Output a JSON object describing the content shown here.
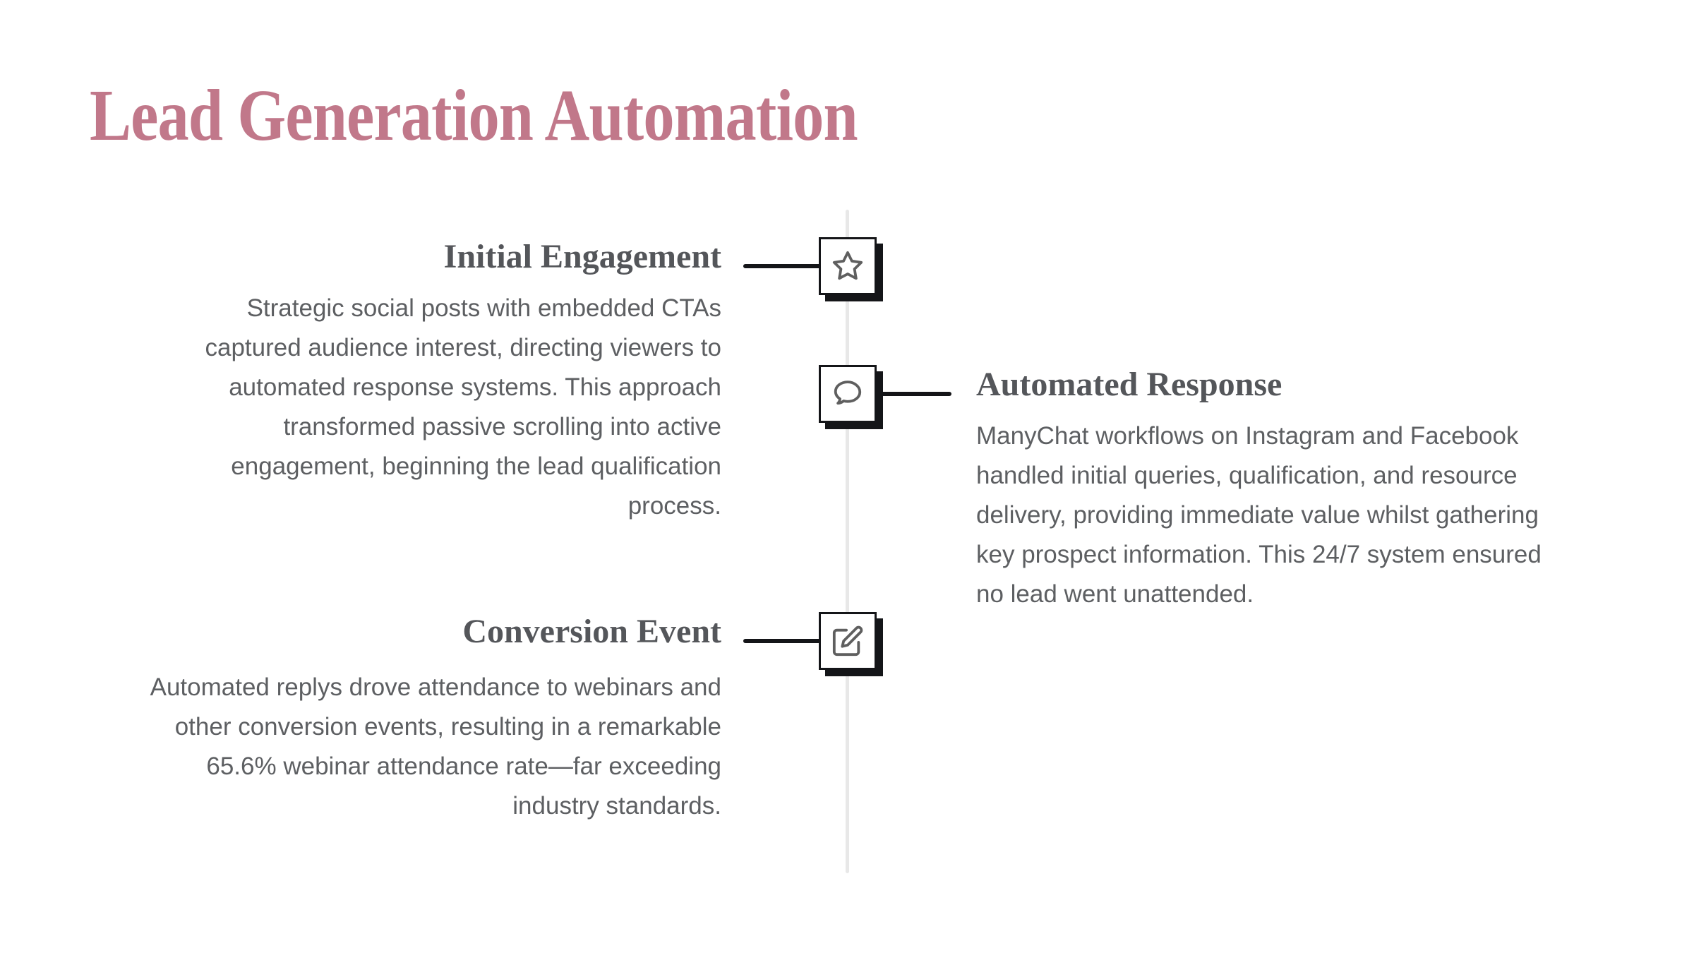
{
  "title": {
    "text": "Lead Generation Automation"
  },
  "colors": {
    "accent": "#c1788a",
    "ink": "#141518",
    "heading": "#54565a",
    "body": "#5d5f62",
    "rail": "#e8e8e8",
    "icon": "#5f5f5f"
  },
  "timeline": {
    "items": [
      {
        "id": "initial-engagement",
        "side": "left",
        "icon": "star-icon",
        "heading": "Initial Engagement",
        "body": [
          "Strategic social posts with embedded CTAs",
          "captured audience interest, directing viewers to",
          "automated response systems. This approach",
          "transformed passive scrolling into active",
          "engagement, beginning the lead qualification",
          "process."
        ]
      },
      {
        "id": "automated-response",
        "side": "right",
        "icon": "speech-bubble-icon",
        "heading": "Automated Response",
        "body": [
          "ManyChat workflows on Instagram and Facebook",
          "handled initial queries, qualification, and resource",
          "delivery, providing immediate value whilst gathering",
          "key prospect information. This 24/7 system ensured",
          "no lead went unattended."
        ]
      },
      {
        "id": "conversion-event",
        "side": "left",
        "icon": "edit-icon",
        "heading": "Conversion Event",
        "body": [
          "Automated replys drove attendance to webinars and",
          "other conversion events, resulting in a remarkable",
          "65.6% webinar attendance rate—far exceeding",
          "industry standards."
        ]
      }
    ]
  }
}
